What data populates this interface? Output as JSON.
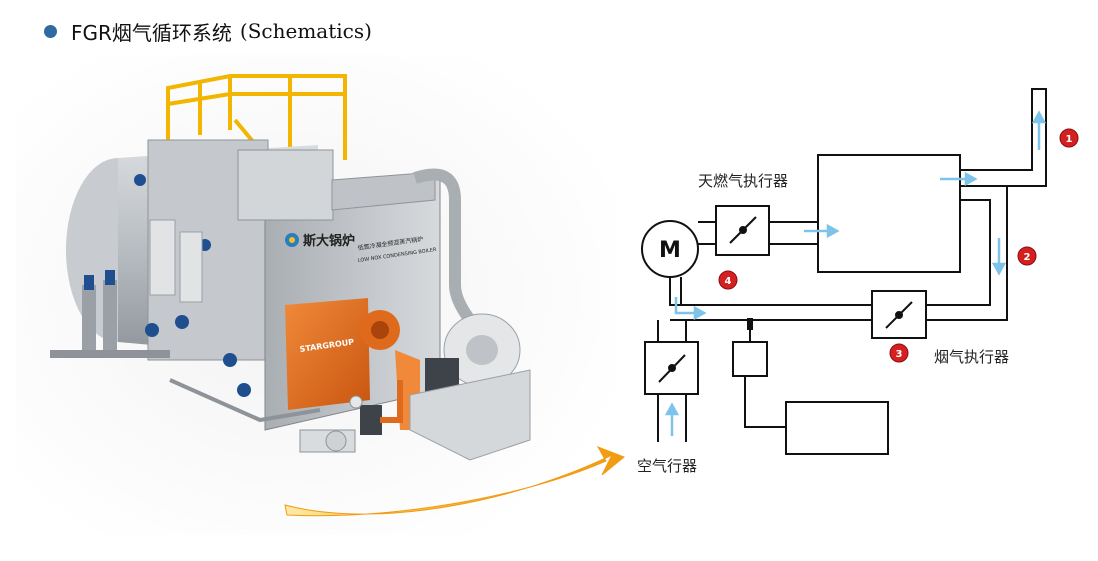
{
  "header": {
    "title": "FGR烟气循环系统",
    "title_en": "(Schematics)"
  },
  "illustration": {
    "logo_text": "斯大锅炉",
    "nameplate_cn": "低氮冷凝全预混蒸汽锅炉",
    "nameplate_en": "LOW NOX CONDENSING BOILER",
    "burner_brand": "STARGROUP"
  },
  "schematic": {
    "motor_label": "M",
    "gas_actuator_label": "天燃气执行器",
    "flue_actuator_label": "烟气执行器",
    "air_label": "空气行器",
    "markers": [
      {
        "num": "1",
        "color": "#d42020"
      },
      {
        "num": "2",
        "color": "#d42020"
      },
      {
        "num": "3",
        "color": "#d42020"
      },
      {
        "num": "4",
        "color": "#d42020"
      }
    ]
  },
  "colors": {
    "bullet": "#2f6aa3",
    "flow_arrow": "#7ec3ea",
    "burner_orange": "#e06a1c",
    "rail_yellow": "#f2b600"
  }
}
